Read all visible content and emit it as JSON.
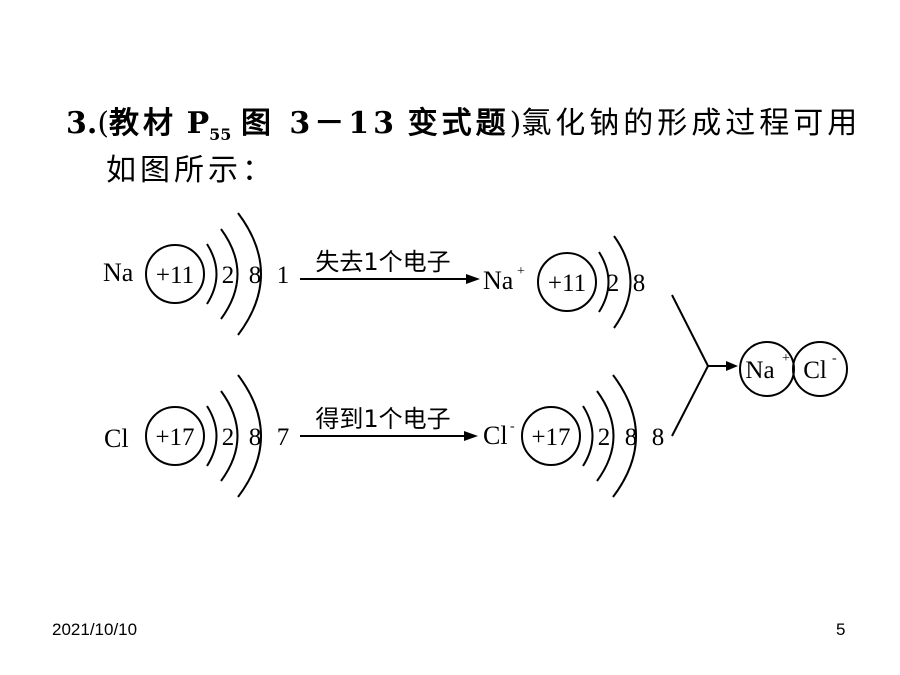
{
  "question": {
    "number": "3.",
    "paren_open": "(",
    "source_label": "教材",
    "page_ref_letter": "P",
    "page_ref_sub": "55",
    "figure_ref": "图 3－13",
    "type_label": "变式题",
    "paren_close": ")",
    "text_line1": "氯化钠的形成过程可用",
    "text_line2": "如图所示："
  },
  "diagram": {
    "sodium": {
      "symbol": "Na",
      "nucleus": "+11",
      "shells": [
        "2",
        "8",
        "1"
      ],
      "arrow_label": "失去1个电子",
      "ion_symbol": "Na",
      "ion_charge": "+",
      "ion_nucleus": "+11",
      "ion_shells": [
        "2",
        "8"
      ]
    },
    "chlorine": {
      "symbol": "Cl",
      "nucleus": "+17",
      "shells": [
        "2",
        "8",
        "7"
      ],
      "arrow_label": "得到1个电子",
      "ion_symbol": "Cl",
      "ion_charge": "-",
      "ion_nucleus": "+17",
      "ion_shells": [
        "2",
        "8",
        "8"
      ]
    },
    "product": {
      "cation": "Na",
      "cation_charge": "+",
      "anion": "Cl",
      "anion_charge": "-"
    }
  },
  "footer": {
    "date": "2021/10/10",
    "page": "5"
  }
}
